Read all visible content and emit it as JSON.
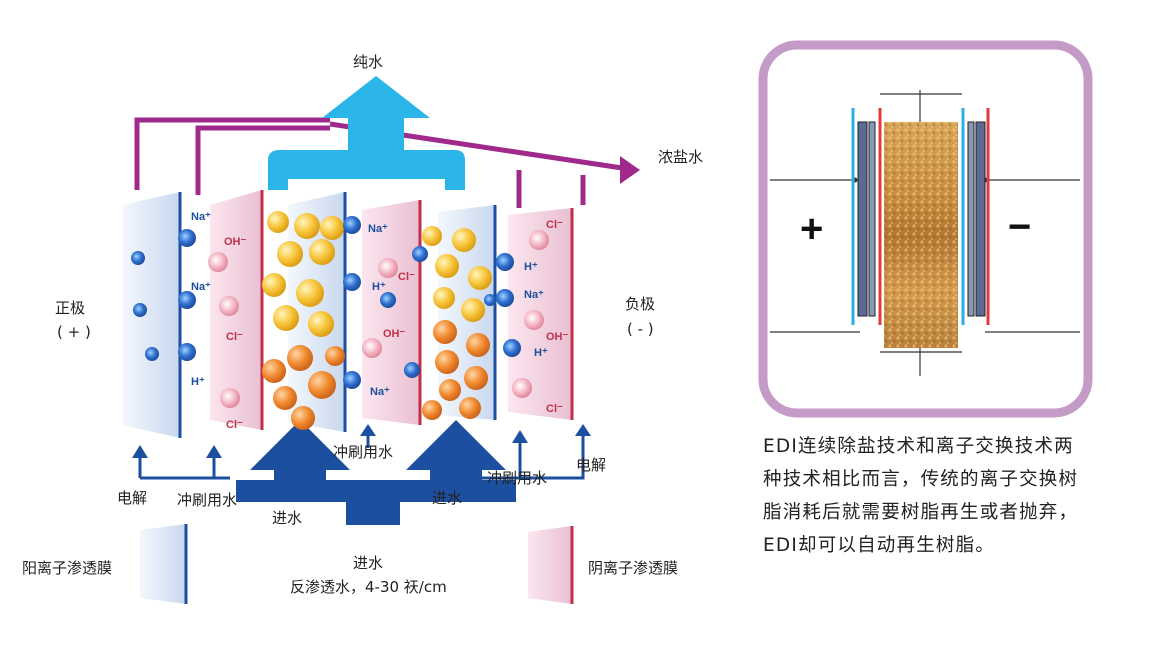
{
  "labels": {
    "pure_water": "纯水",
    "concentrate": "浓盐水",
    "anode": "正极",
    "anode_sign": "( + )",
    "cathode": "负极",
    "cathode_sign": "( - )",
    "electrolyte_left": "电解",
    "electrolyte_right": "电解",
    "flush_left": "冲刷用水",
    "flush_center": "冲刷用水",
    "flush_right": "冲刷用水",
    "feed_left": "进水",
    "feed_right": "进水",
    "feed_bottom": "进水",
    "feed_spec": "反渗透水，4-30 祆/cm",
    "cation_membrane": "阳离子渗透膜",
    "anion_membrane": "阴离子渗透膜"
  },
  "ions": {
    "na": "Na⁺",
    "h": "H⁺",
    "oh": "OH⁻",
    "cl": "Cl⁻"
  },
  "module_box": {
    "plus": "+",
    "minus": "−",
    "description": "EDI连续除盐技术和离子交换技术两种技术相比而言，传统的离子交换树脂消耗后就需要树脂再生或者抛弃，EDI却可以自动再生树脂。"
  },
  "colors": {
    "purple": "#a02a8c",
    "cyan": "#2bb5e8",
    "navy": "#1d4fa0",
    "box_border": "#c49ac6",
    "red_line": "#e23a3a",
    "blue_line": "#2bb0e6"
  }
}
